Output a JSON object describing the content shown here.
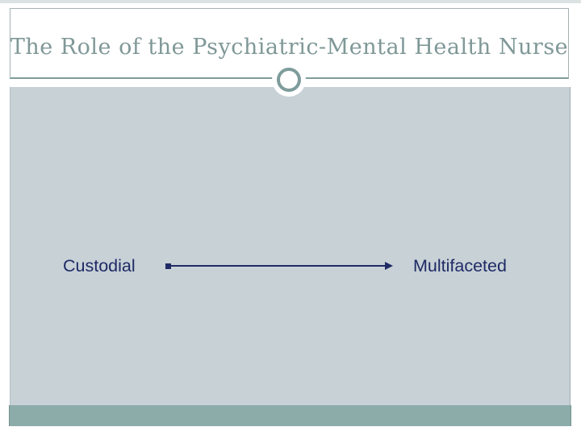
{
  "slide": {
    "title": "The Role of the Psychiatric-Mental Health Nurse",
    "spectrum": {
      "left_label": "Custodial",
      "right_label": "Multifaceted",
      "arrow_direction": "double-ended, square start cap on left, arrowhead on right"
    },
    "colors": {
      "title_text": "#7f9897",
      "divider_teal": "#7e9c9b",
      "title_box_border": "#a4b2b3",
      "body_background": "#c7d1d6",
      "bottom_band": "#8baca9",
      "label_navy": "#1f2a66"
    }
  }
}
